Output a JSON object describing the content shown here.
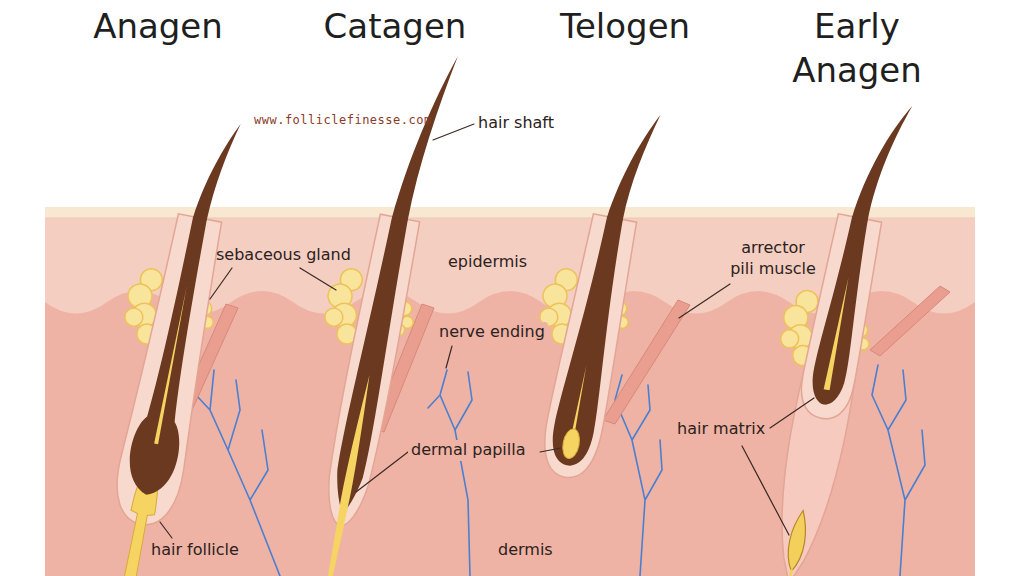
{
  "diagram": {
    "labels": [
      "Anagen",
      "Catagen",
      "Telogen",
      "Early Anagen",
      "www.folliclefinesse.com",
      "hair shaft",
      "sebaceous gland",
      "epidermis",
      "arrector pili muscle",
      "nerve ending",
      "dermal papilla",
      "hair matrix",
      "hair follicle",
      "dermis"
    ]
  }
}
